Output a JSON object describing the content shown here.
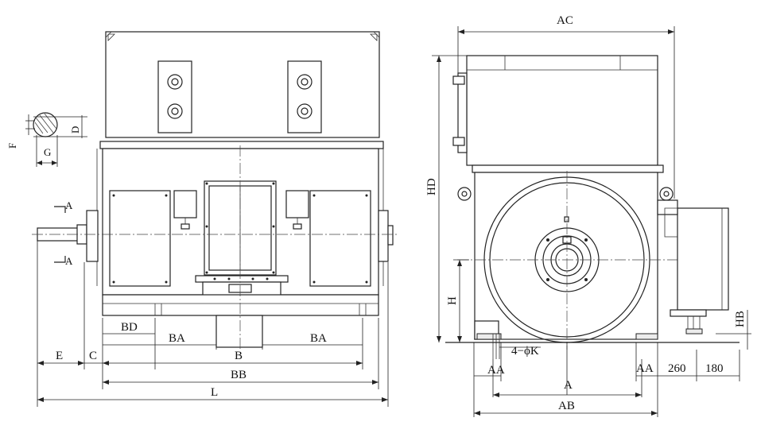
{
  "labels": {
    "F": "F",
    "D": "D",
    "G": "G",
    "A_up": "A",
    "A_down": "A",
    "BD": "BD",
    "BA_left": "BA",
    "BA_right": "BA",
    "E": "E",
    "C": "C",
    "B": "B",
    "BB": "BB",
    "L": "L",
    "AC": "AC",
    "HD": "HD",
    "H": "H",
    "HB": "HB",
    "K": "4−ϕK",
    "AA_left": "AA",
    "AA_right": "AA",
    "d260": "260",
    "d180": "180",
    "A_bottom": "A",
    "AB": "AB"
  }
}
